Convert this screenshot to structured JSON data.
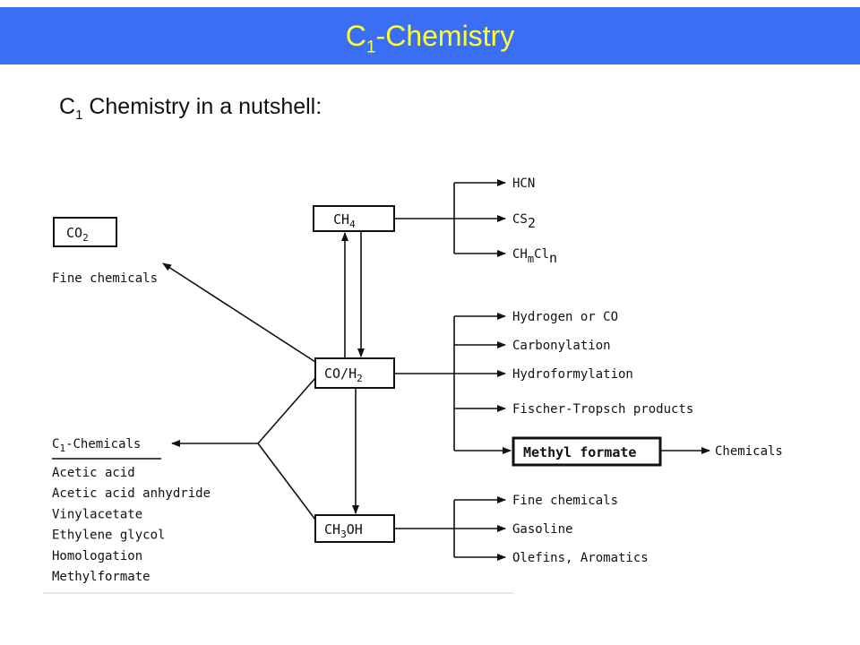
{
  "header": {
    "title_main": "C",
    "title_sub": "1",
    "title_rest": "-Chemistry"
  },
  "subtitle": {
    "main": "C",
    "sub": "1",
    "rest": " Chemistry in a nutshell:"
  },
  "nodes": {
    "co2": {
      "base": "CO",
      "sub": "2"
    },
    "ch4": {
      "base": "CH",
      "sub": "4"
    },
    "coh2": {
      "base": "CO/H",
      "sub": "2"
    },
    "ch3oh": {
      "base": "CH",
      "sub": "3",
      "rest": "OH"
    },
    "methyl_formate": "Methyl formate"
  },
  "labels": {
    "fine_chemicals_top": "Fine chemicals",
    "hcn": "HCN",
    "cs2": {
      "base": "CS",
      "sub": "2"
    },
    "chmcln": {
      "a": "CH",
      "m": "m",
      "b": "Cl",
      "n": "n"
    },
    "hydrogen_or_co": "Hydrogen or CO",
    "carbonylation": "Carbonylation",
    "hydroformylation": "Hydroformylation",
    "fischer_tropsch": "Fischer-Tropsch products",
    "chemicals": "Chemicals",
    "fine_chemicals_bottom": "Fine chemicals",
    "gasoline": "Gasoline",
    "olefins": "Olefins, Aromatics",
    "c1_chemicals": {
      "base": "C",
      "sub": "1",
      "rest": "-Chemicals"
    }
  },
  "c1_list": [
    "Acetic acid",
    "Acetic acid anhydride",
    "Vinylacetate",
    "Ethylene glycol",
    "Homologation",
    "Methylformate"
  ]
}
